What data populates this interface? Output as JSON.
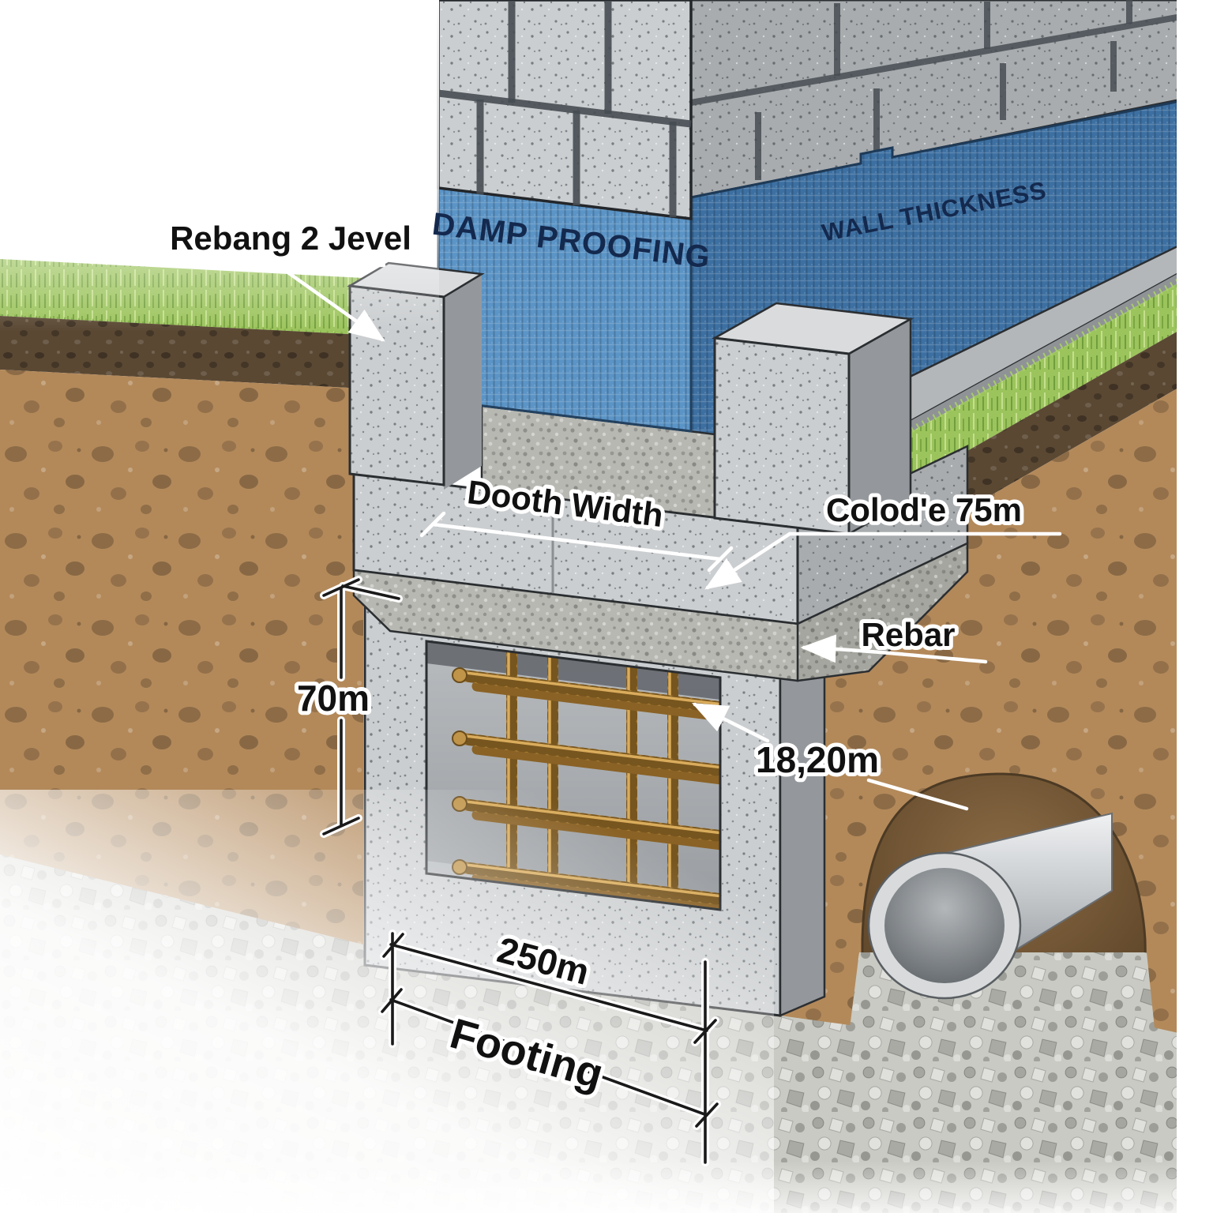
{
  "labels": {
    "rebar_level": "Rebang 2 Jevel",
    "damp_proofing": "DAMP PROOFING",
    "wall_thickness": "WALL THICKNESS",
    "footing_width_top": "Dooth Width",
    "gravel_note": "Colod'e 75m",
    "rebar": "Rebar",
    "rebar_spacing": "18,20m",
    "footing_depth": "70m",
    "footing_width": "250m",
    "footing": "Footing"
  },
  "colors": {
    "background": "#ffffff",
    "grass": "#9cc45d",
    "topsoil": "#5a4833",
    "soil": "#b3895a",
    "gravel": "#c9cac3",
    "gravel_fine": "#b7b8b2",
    "gravel_dark": "#a5a69f",
    "concrete": "#cbced0",
    "concrete_top": "#d9dbdd",
    "concrete_side": "#94989c",
    "concrete_dark": "#a8acaf",
    "ledge": "#b4b7b9",
    "ledge_edge": "#8f9396",
    "membrane_front": "#5b94c6",
    "membrane_side": "#3d70a2",
    "interior": "#aeb2b5",
    "tunnel": "#7a5e3c",
    "pipe": "#d8dadc",
    "rebar": "#a87c36",
    "label_text": "#111111",
    "membrane_label": "#14294e",
    "halo": "#ffffff"
  }
}
